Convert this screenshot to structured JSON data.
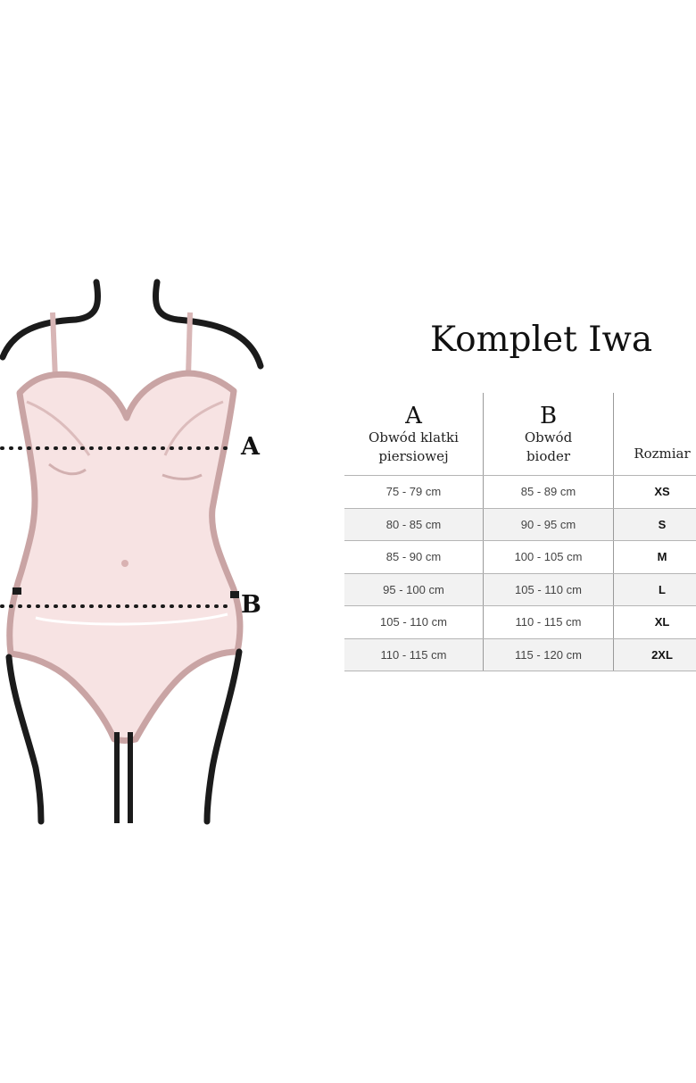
{
  "title": "Komplet Iwa",
  "figure": {
    "marker_a": "A",
    "marker_b": "B",
    "colors": {
      "body": "#f7e3e3",
      "outline": "#c9a4a4",
      "skin_line": "#1b1b1b",
      "dots": "#1a1a1a"
    }
  },
  "table": {
    "headers": [
      {
        "letter": "A",
        "desc_line1": "Obwód klatki",
        "desc_line2": "piersiowej"
      },
      {
        "letter": "B",
        "desc_line1": "Obwód",
        "desc_line2": "bioder"
      },
      {
        "letter": "",
        "desc_line1": "Rozmiar",
        "desc_line2": ""
      }
    ],
    "rows": [
      {
        "a": "75 - 79 cm",
        "b": "85 - 89 cm",
        "size": "XS"
      },
      {
        "a": "80 - 85 cm",
        "b": "90 - 95 cm",
        "size": "S"
      },
      {
        "a": "85 - 90 cm",
        "b": "100 - 105 cm",
        "size": "M"
      },
      {
        "a": "95 - 100 cm",
        "b": "105 - 110 cm",
        "size": "L"
      },
      {
        "a": "105 - 110 cm",
        "b": "110 - 115 cm",
        "size": "XL"
      },
      {
        "a": "110 - 115 cm",
        "b": "115 - 120 cm",
        "size": "2XL"
      }
    ]
  }
}
